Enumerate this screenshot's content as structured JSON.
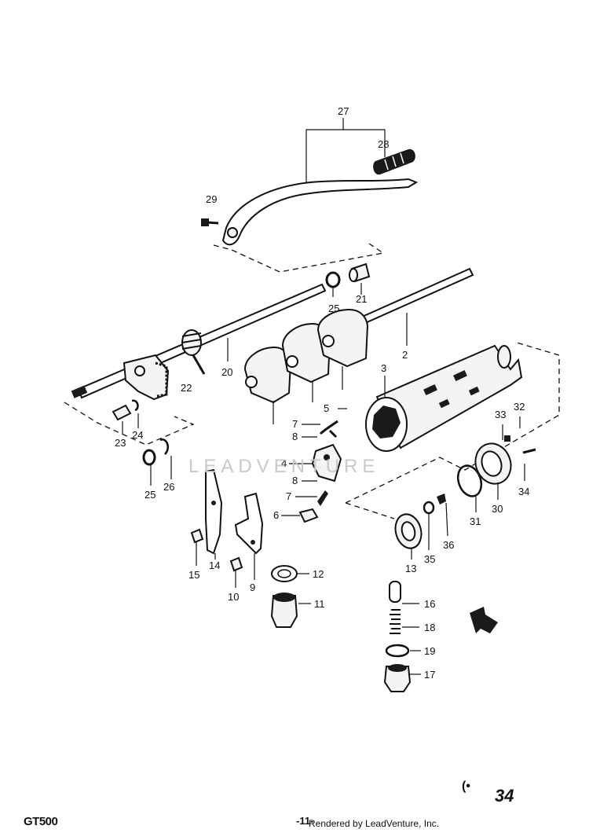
{
  "diagram": {
    "model": "GT500",
    "page_number": "-11-",
    "credit": "Rendered by LeadVenture, Inc.",
    "plate_number": "34",
    "plate_mark": "(•",
    "watermark": "LEADVENTURE"
  },
  "parts": [
    {
      "id": "27",
      "label": "27"
    },
    {
      "id": "28",
      "label": "28"
    },
    {
      "id": "29",
      "label": "29"
    },
    {
      "id": "25a",
      "label": "25"
    },
    {
      "id": "21",
      "label": "21"
    },
    {
      "id": "2",
      "label": "2"
    },
    {
      "id": "20",
      "label": "20"
    },
    {
      "id": "22",
      "label": "22"
    },
    {
      "id": "3",
      "label": "3"
    },
    {
      "id": "23",
      "label": "23"
    },
    {
      "id": "24",
      "label": "24"
    },
    {
      "id": "5",
      "label": "5"
    },
    {
      "id": "7a",
      "label": "7"
    },
    {
      "id": "8a",
      "label": "8"
    },
    {
      "id": "4",
      "label": "4"
    },
    {
      "id": "8b",
      "label": "8"
    },
    {
      "id": "7b",
      "label": "7"
    },
    {
      "id": "6",
      "label": "6"
    },
    {
      "id": "25b",
      "label": "25"
    },
    {
      "id": "26",
      "label": "26"
    },
    {
      "id": "33",
      "label": "33"
    },
    {
      "id": "32",
      "label": "32"
    },
    {
      "id": "34",
      "label": "34"
    },
    {
      "id": "31",
      "label": "31"
    },
    {
      "id": "30",
      "label": "30"
    },
    {
      "id": "13",
      "label": "13"
    },
    {
      "id": "35",
      "label": "35"
    },
    {
      "id": "36",
      "label": "36"
    },
    {
      "id": "14",
      "label": "14"
    },
    {
      "id": "15",
      "label": "15"
    },
    {
      "id": "9",
      "label": "9"
    },
    {
      "id": "10",
      "label": "10"
    },
    {
      "id": "12",
      "label": "12"
    },
    {
      "id": "11",
      "label": "11"
    },
    {
      "id": "16",
      "label": "16"
    },
    {
      "id": "18",
      "label": "18"
    },
    {
      "id": "19",
      "label": "19"
    },
    {
      "id": "17",
      "label": "17"
    }
  ]
}
